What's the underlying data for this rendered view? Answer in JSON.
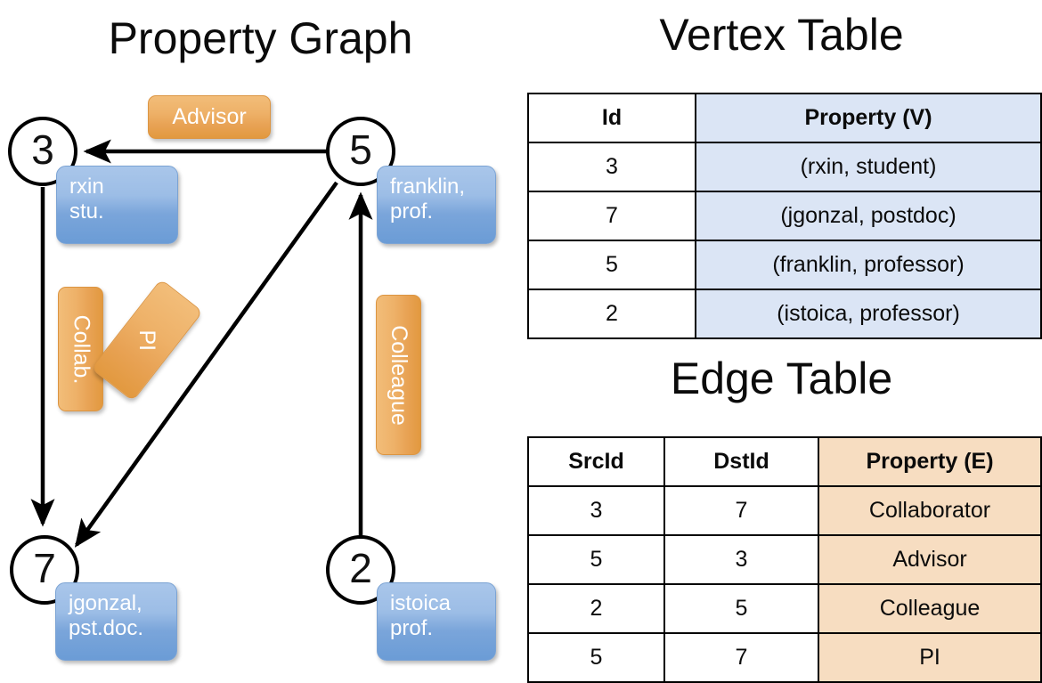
{
  "titles": {
    "property_graph": "Property Graph",
    "vertex_table": "Vertex Table",
    "edge_table": "Edge Table"
  },
  "colors": {
    "vertex_property_fill": "#dbe5f5",
    "edge_property_fill": "#f7ddc1",
    "node_bubble_blue": "#7aa5da",
    "edge_label_orange": "#e8a254",
    "stroke": "#000000",
    "background": "#ffffff"
  },
  "graph": {
    "nodes": [
      {
        "id": "3",
        "label": "3",
        "property_line1": "rxin",
        "property_line2": "stu."
      },
      {
        "id": "5",
        "label": "5",
        "property_line1": "franklin,",
        "property_line2": "prof."
      },
      {
        "id": "7",
        "label": "7",
        "property_line1": "jgonzal,",
        "property_line2": "pst.doc."
      },
      {
        "id": "2",
        "label": "2",
        "property_line1": "istoica",
        "property_line2": "prof."
      }
    ],
    "edge_labels": [
      {
        "name": "advisor",
        "text": "Advisor",
        "orientation": "horizontal"
      },
      {
        "name": "collab",
        "text": "Collab.",
        "orientation": "vertical"
      },
      {
        "name": "pi",
        "text": "PI",
        "orientation": "diagonal"
      },
      {
        "name": "colleague",
        "text": "Colleague",
        "orientation": "vertical"
      }
    ],
    "edges": [
      {
        "from": "5",
        "to": "3",
        "label": "Advisor"
      },
      {
        "from": "3",
        "to": "7",
        "label": "Collab."
      },
      {
        "from": "5",
        "to": "7",
        "label": "PI"
      },
      {
        "from": "2",
        "to": "5",
        "label": "Colleague"
      }
    ]
  },
  "vertex_table": {
    "headers": [
      "Id",
      "Property (V)"
    ],
    "rows": [
      {
        "id": "3",
        "property": "(rxin, student)"
      },
      {
        "id": "7",
        "property": "(jgonzal, postdoc)"
      },
      {
        "id": "5",
        "property": "(franklin, professor)"
      },
      {
        "id": "2",
        "property": "(istoica, professor)"
      }
    ]
  },
  "edge_table": {
    "headers": [
      "SrcId",
      "DstId",
      "Property (E)"
    ],
    "rows": [
      {
        "src": "3",
        "dst": "7",
        "property": "Collaborator"
      },
      {
        "src": "5",
        "dst": "3",
        "property": "Advisor"
      },
      {
        "src": "2",
        "dst": "5",
        "property": "Colleague"
      },
      {
        "src": "5",
        "dst": "7",
        "property": "PI"
      }
    ]
  }
}
